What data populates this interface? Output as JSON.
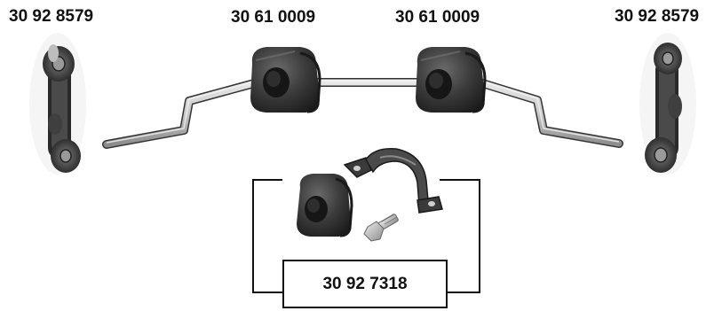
{
  "labels": {
    "left_link": "30 92 8579",
    "bushing_left": "30 61 0009",
    "bushing_right": "30 61 0009",
    "right_link": "30 92 8579",
    "kit": "30 92 7318"
  },
  "colors": {
    "text": "#111111",
    "rubber_dark": "#2b2b2b",
    "metal": "#9a9a9a"
  }
}
